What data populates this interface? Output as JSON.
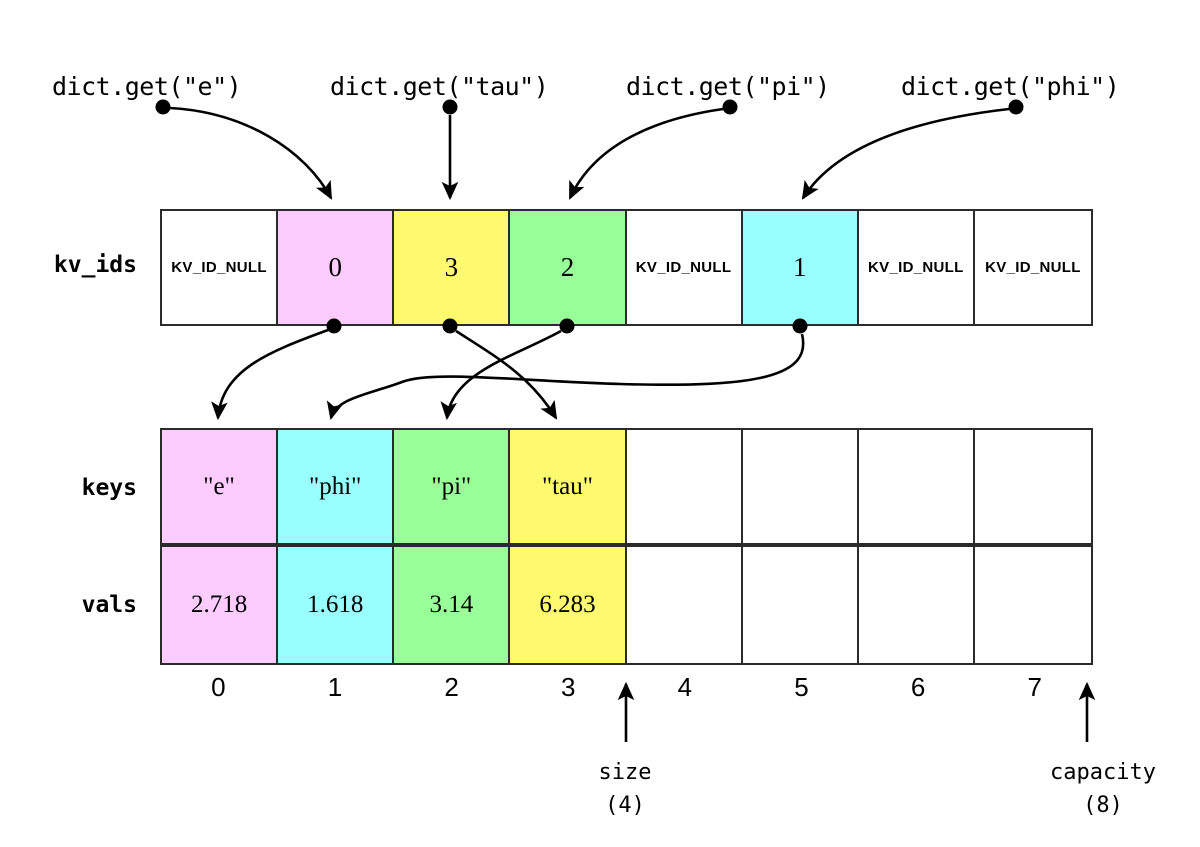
{
  "title": "Open-addressing dictionary layout diagram",
  "colors": {
    "pink": "#FDCCFF",
    "yellow": "#FDFA70",
    "green": "#99FF99",
    "cyan": "#99FFFF",
    "white": "#FFFFFF",
    "border": "#2b2b2b",
    "ink": "#000000"
  },
  "calls": [
    {
      "label": "dict.get(\"e\")",
      "name": "call-get-e"
    },
    {
      "label": "dict.get(\"tau\")",
      "name": "call-get-tau"
    },
    {
      "label": "dict.get(\"pi\")",
      "name": "call-get-pi"
    },
    {
      "label": "dict.get(\"phi\")",
      "name": "call-get-phi"
    }
  ],
  "rows": {
    "kv_ids": {
      "label": "kv_ids",
      "cells": [
        {
          "value": "KV_ID_NULL",
          "color": "#FFFFFF",
          "null": true
        },
        {
          "value": "0",
          "color": "#FDCCFF",
          "null": false
        },
        {
          "value": "3",
          "color": "#FDFA70",
          "null": false
        },
        {
          "value": "2",
          "color": "#99FF99",
          "null": false
        },
        {
          "value": "KV_ID_NULL",
          "color": "#FFFFFF",
          "null": true
        },
        {
          "value": "1",
          "color": "#99FFFF",
          "null": false
        },
        {
          "value": "KV_ID_NULL",
          "color": "#FFFFFF",
          "null": true
        },
        {
          "value": "KV_ID_NULL",
          "color": "#FFFFFF",
          "null": true
        }
      ]
    },
    "keys": {
      "label": "keys",
      "cells": [
        {
          "value": "\"e\"",
          "color": "#FDCCFF"
        },
        {
          "value": "\"phi\"",
          "color": "#99FFFF"
        },
        {
          "value": "\"pi\"",
          "color": "#99FF99"
        },
        {
          "value": "\"tau\"",
          "color": "#FDFA70"
        },
        {
          "value": "",
          "color": "#FFFFFF"
        },
        {
          "value": "",
          "color": "#FFFFFF"
        },
        {
          "value": "",
          "color": "#FFFFFF"
        },
        {
          "value": "",
          "color": "#FFFFFF"
        }
      ]
    },
    "vals": {
      "label": "vals",
      "cells": [
        {
          "value": "2.718",
          "color": "#FDCCFF"
        },
        {
          "value": "1.618",
          "color": "#99FFFF"
        },
        {
          "value": "3.14",
          "color": "#99FF99"
        },
        {
          "value": "6.283",
          "color": "#FDFA70"
        },
        {
          "value": "",
          "color": "#FFFFFF"
        },
        {
          "value": "",
          "color": "#FFFFFF"
        },
        {
          "value": "",
          "color": "#FFFFFF"
        },
        {
          "value": "",
          "color": "#FFFFFF"
        }
      ]
    }
  },
  "indices": [
    "0",
    "1",
    "2",
    "3",
    "4",
    "5",
    "6",
    "7"
  ],
  "markers": {
    "size": {
      "label": "size",
      "value": "(4)"
    },
    "capacity": {
      "label": "capacity",
      "value": "(8)"
    }
  }
}
